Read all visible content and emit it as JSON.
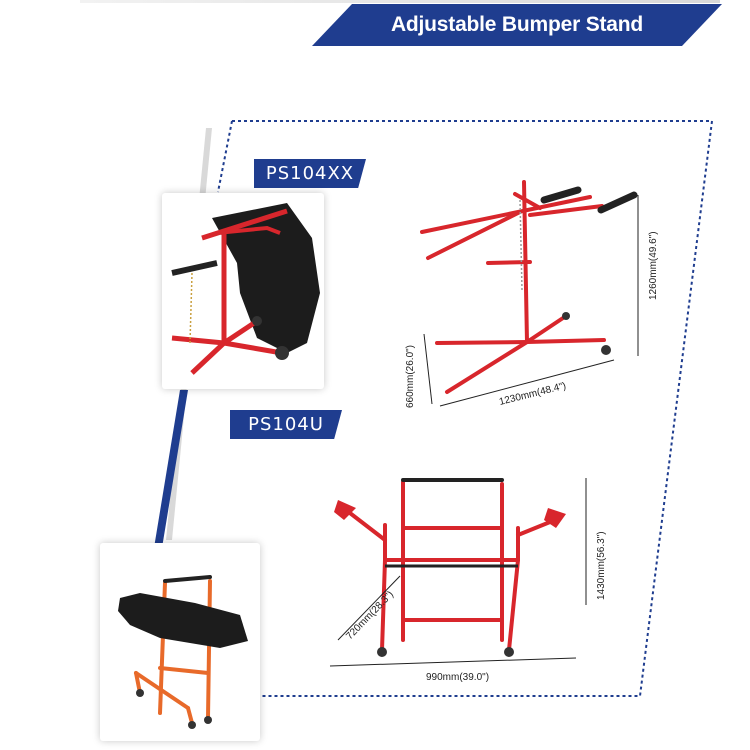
{
  "header": {
    "title": "Adjustable Bumper Stand"
  },
  "products": [
    {
      "model": "PS104XX",
      "dimensions": {
        "height": "1260mm(49.6\")",
        "depth": "660mm(26.0\")",
        "width": "1230mm(48.4\")"
      }
    },
    {
      "model": "PS104U",
      "dimensions": {
        "height": "1430mm(56.3\")",
        "depth": "720mm(28.3\")",
        "width": "990mm(39.0\")"
      }
    }
  ],
  "colors": {
    "banner": "#1f3d8f",
    "frame_red": "#d8262c",
    "frame_orange": "#e86a2a",
    "dotted_border": "#1f3d8f"
  }
}
